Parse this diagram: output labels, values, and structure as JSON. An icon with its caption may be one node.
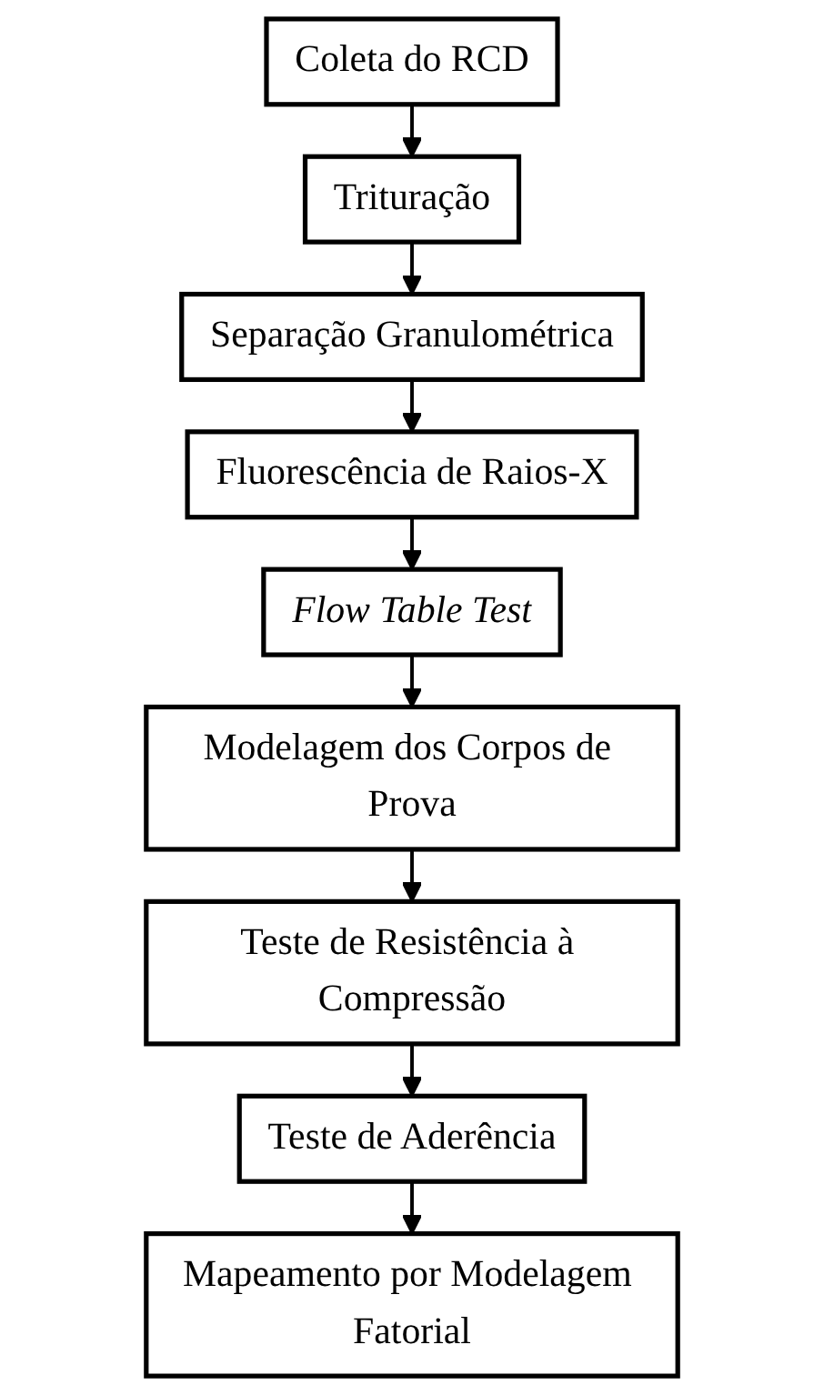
{
  "diagram": {
    "nodes": [
      {
        "text": [
          "Coleta do RCD"
        ]
      },
      {
        "text": [
          "Trituração"
        ]
      },
      {
        "text": [
          "Separação Granulométrica"
        ]
      },
      {
        "text": [
          "Fluorescência de Raios-X"
        ]
      },
      {
        "text": [
          "Flow Table Test"
        ]
      },
      {
        "text": [
          "Modelagem dos Corpos de Prova"
        ]
      },
      {
        "text": [
          "Teste de Resistência à Compressão"
        ]
      },
      {
        "text": [
          "Teste de Aderência"
        ]
      },
      {
        "text": [
          "Mapeamento por Modelagem Fatorial"
        ]
      }
    ],
    "edges": [
      {
        "from": 0,
        "to": 1,
        "arrow": "to"
      },
      {
        "from": 1,
        "to": 2,
        "arrow": "to"
      },
      {
        "from": 2,
        "to": 3,
        "arrow": "to"
      },
      {
        "from": 3,
        "to": 4,
        "arrow": "to"
      },
      {
        "from": 4,
        "to": 5,
        "arrow": "to"
      },
      {
        "from": 5,
        "to": 6,
        "arrow": "to"
      },
      {
        "from": 6,
        "to": 7,
        "arrow": "to"
      },
      {
        "from": 7,
        "to": 8,
        "arrow": "to"
      }
    ]
  }
}
